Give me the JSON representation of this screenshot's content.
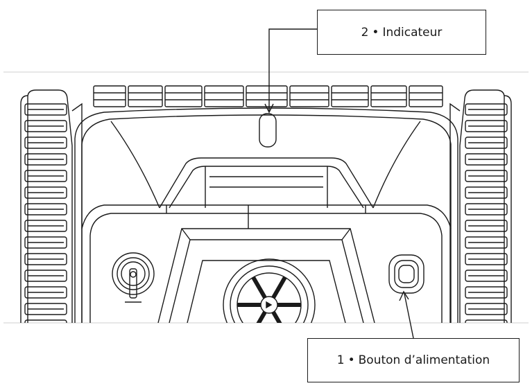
{
  "callouts": {
    "indicator": {
      "number": "2",
      "sep": "•",
      "label": "Indicateur"
    },
    "power_button": {
      "number": "1",
      "sep": "•",
      "label": "Bouton d’alimentation"
    }
  },
  "colors": {
    "line": "#1a1a1a",
    "frame_rule": "#cfcfcf",
    "background": "#ffffff"
  },
  "icons": [
    "indicator-light-icon",
    "power-button-icon",
    "swivel-handle-icon",
    "impeller-icon"
  ]
}
